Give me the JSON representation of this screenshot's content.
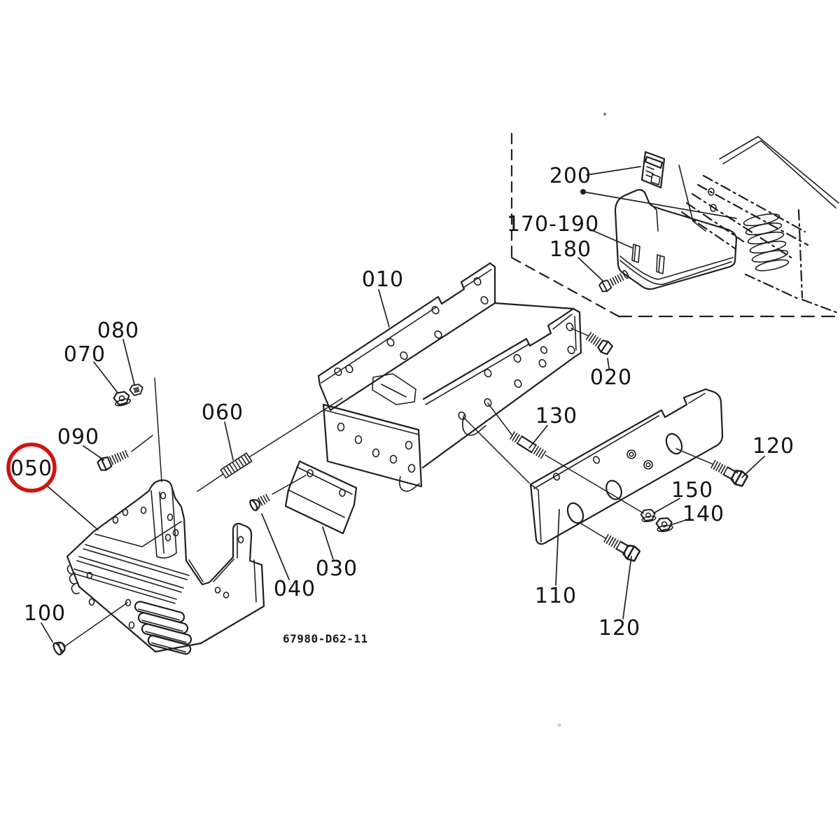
{
  "diagram": {
    "type": "exploded-parts-diagram",
    "drawing_number": "67980-D62-11",
    "highlighted_callout": "050",
    "colors": {
      "line": "#1f1f1f",
      "highlight_ring": "#d01411",
      "background": "#ffffff"
    },
    "callouts": [
      {
        "id": "010",
        "text": "010"
      },
      {
        "id": "020",
        "text": "020"
      },
      {
        "id": "030",
        "text": "030"
      },
      {
        "id": "040",
        "text": "040"
      },
      {
        "id": "050",
        "text": "050",
        "highlighted": true
      },
      {
        "id": "060",
        "text": "060"
      },
      {
        "id": "070",
        "text": "070"
      },
      {
        "id": "080",
        "text": "080"
      },
      {
        "id": "090",
        "text": "090"
      },
      {
        "id": "100",
        "text": "100"
      },
      {
        "id": "110",
        "text": "110"
      },
      {
        "id": "120",
        "text": "120"
      },
      {
        "id": "120b",
        "text": "120"
      },
      {
        "id": "130",
        "text": "130"
      },
      {
        "id": "140",
        "text": "140"
      },
      {
        "id": "150",
        "text": "150"
      },
      {
        "id": "170-190",
        "text": "170-190"
      },
      {
        "id": "180",
        "text": "180"
      },
      {
        "id": "200",
        "text": "200"
      }
    ]
  }
}
